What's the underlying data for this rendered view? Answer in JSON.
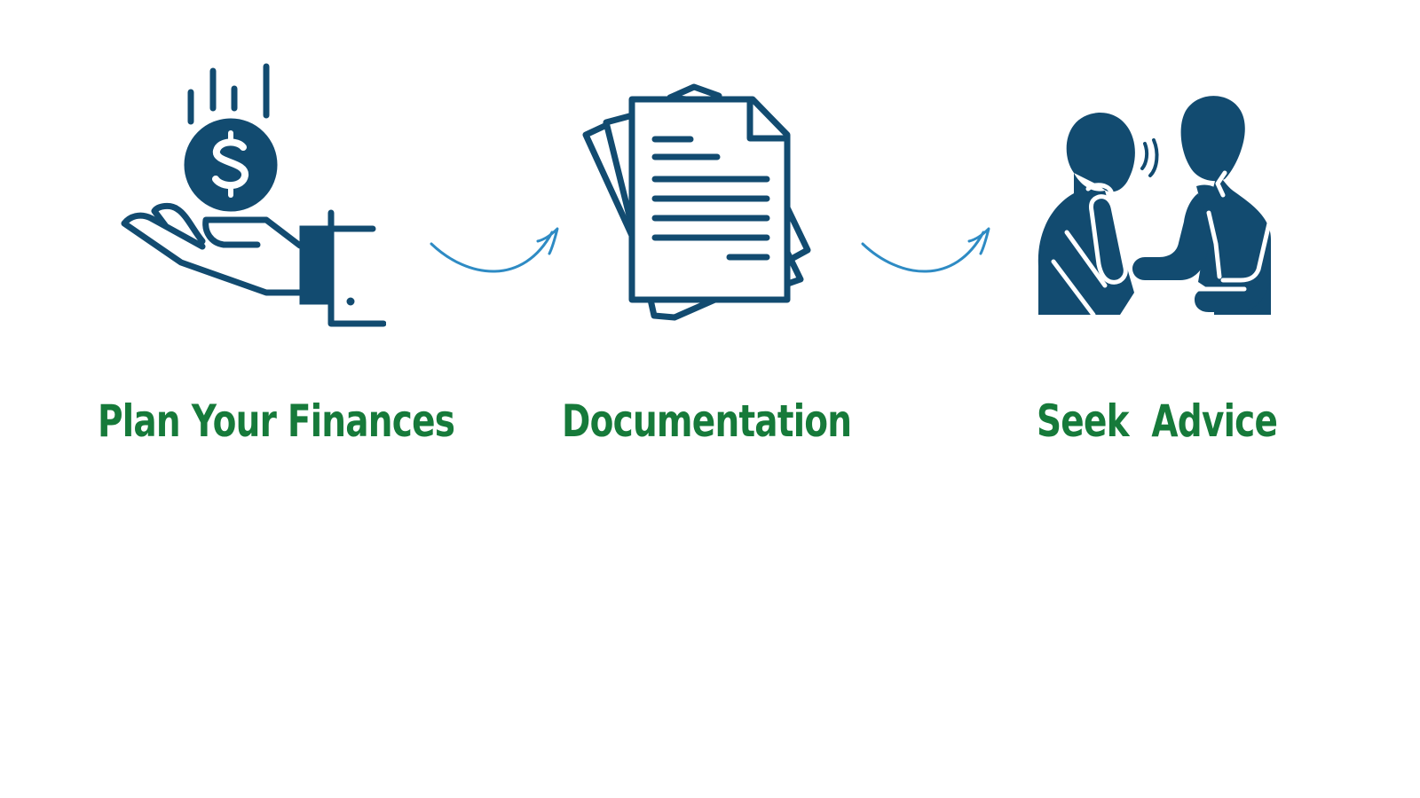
{
  "colors": {
    "icon": "#124b70",
    "arrow": "#2e8bc4",
    "label": "#167a3a",
    "background": "#ffffff"
  },
  "steps": [
    {
      "label": "Plan Your Finances",
      "icon": "hand-coin-dollar-icon"
    },
    {
      "label": "Documentation",
      "icon": "documents-icon"
    },
    {
      "label": "Seek  Advice",
      "icon": "consultation-people-icon"
    }
  ],
  "connectors": [
    {
      "from": 0,
      "to": 1,
      "icon": "curved-arrow-icon"
    },
    {
      "from": 1,
      "to": 2,
      "icon": "curved-arrow-icon"
    }
  ]
}
